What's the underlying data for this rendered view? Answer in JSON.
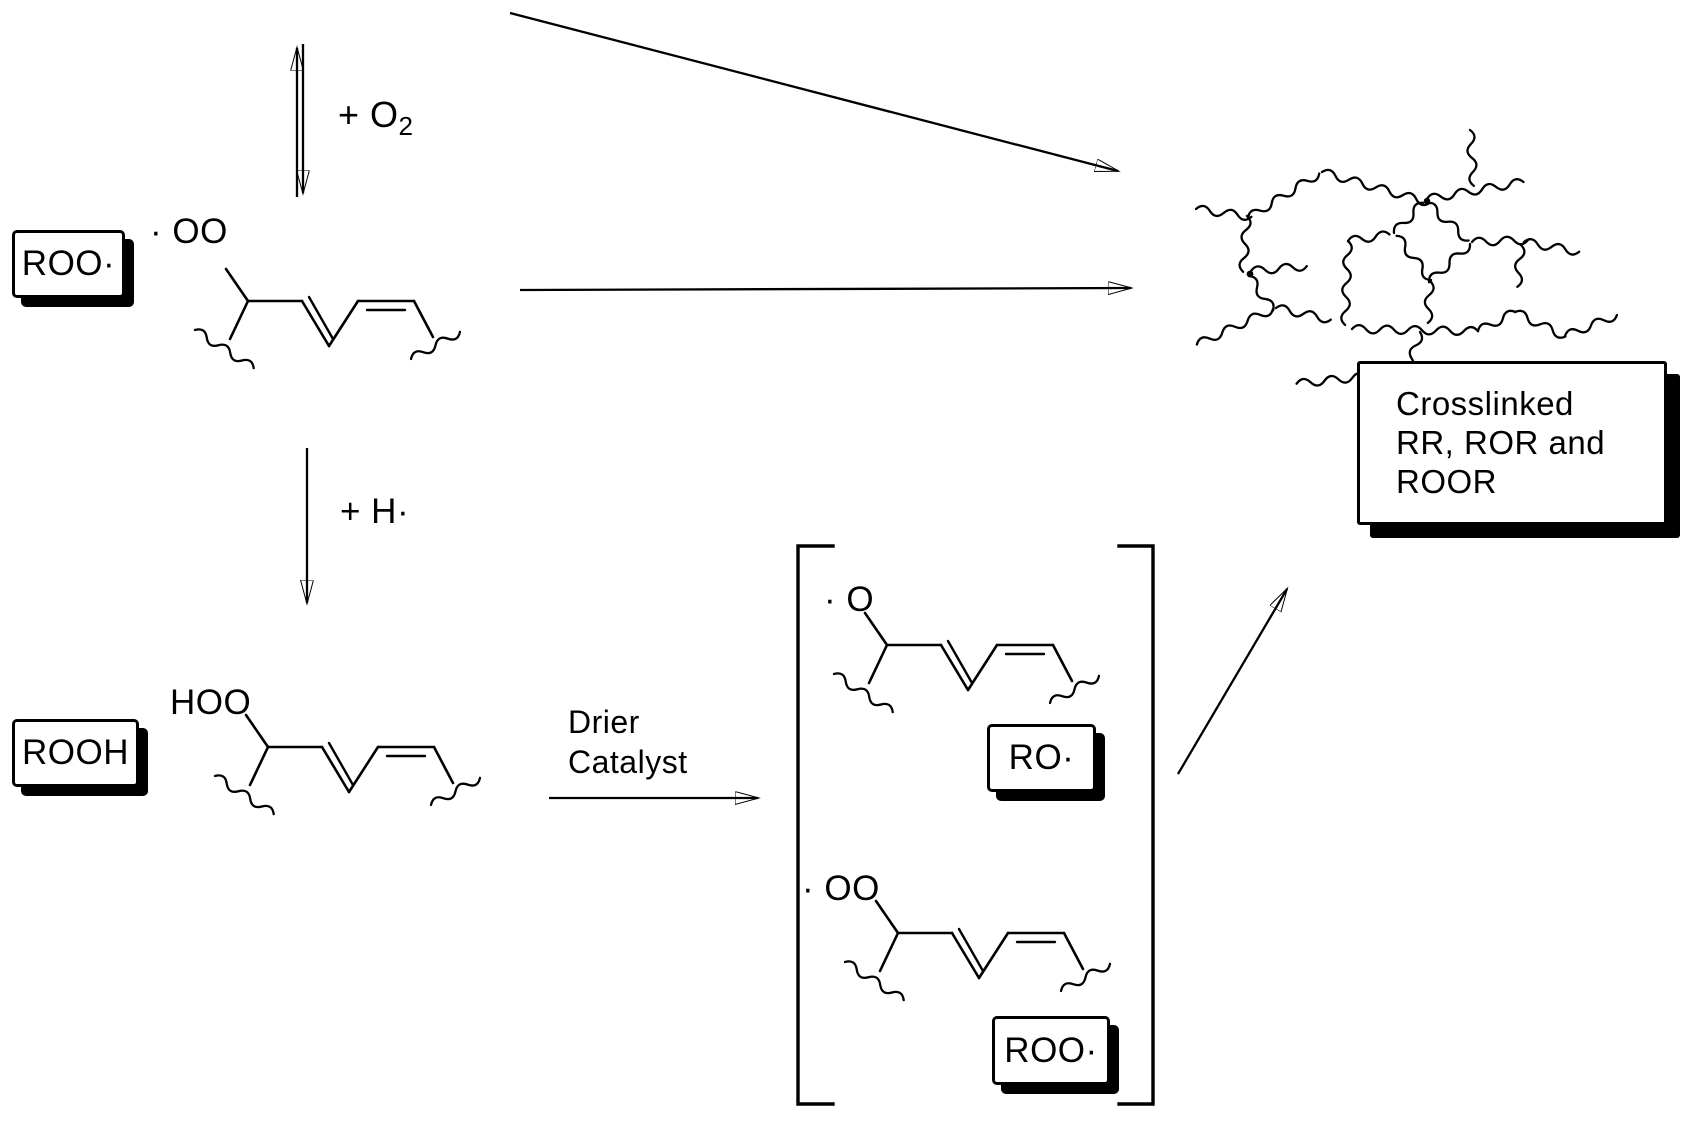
{
  "scheme": {
    "peroxy_radical": {
      "box_label": "ROO·",
      "structure_label": "· OO"
    },
    "oxygen_step": {
      "plus_o": "+ O",
      "subscript": "2"
    },
    "hydrogen_step": {
      "label": "+ H·"
    },
    "hydroperoxide": {
      "box_label": "ROOH",
      "structure_label": "HOO"
    },
    "catalyst_step": {
      "line1": "Drier",
      "line2": "Catalyst"
    },
    "intermediates": {
      "alkoxy": {
        "structure_label": "· O",
        "box_label": "RO·"
      },
      "peroxy": {
        "structure_label": "· OO",
        "box_label": "ROO·"
      }
    },
    "product": {
      "line1": "Crosslinked",
      "line2": "RR, ROR and",
      "line3": "ROOR"
    }
  },
  "colors": {
    "ink": "#000000",
    "paper": "#ffffff"
  }
}
